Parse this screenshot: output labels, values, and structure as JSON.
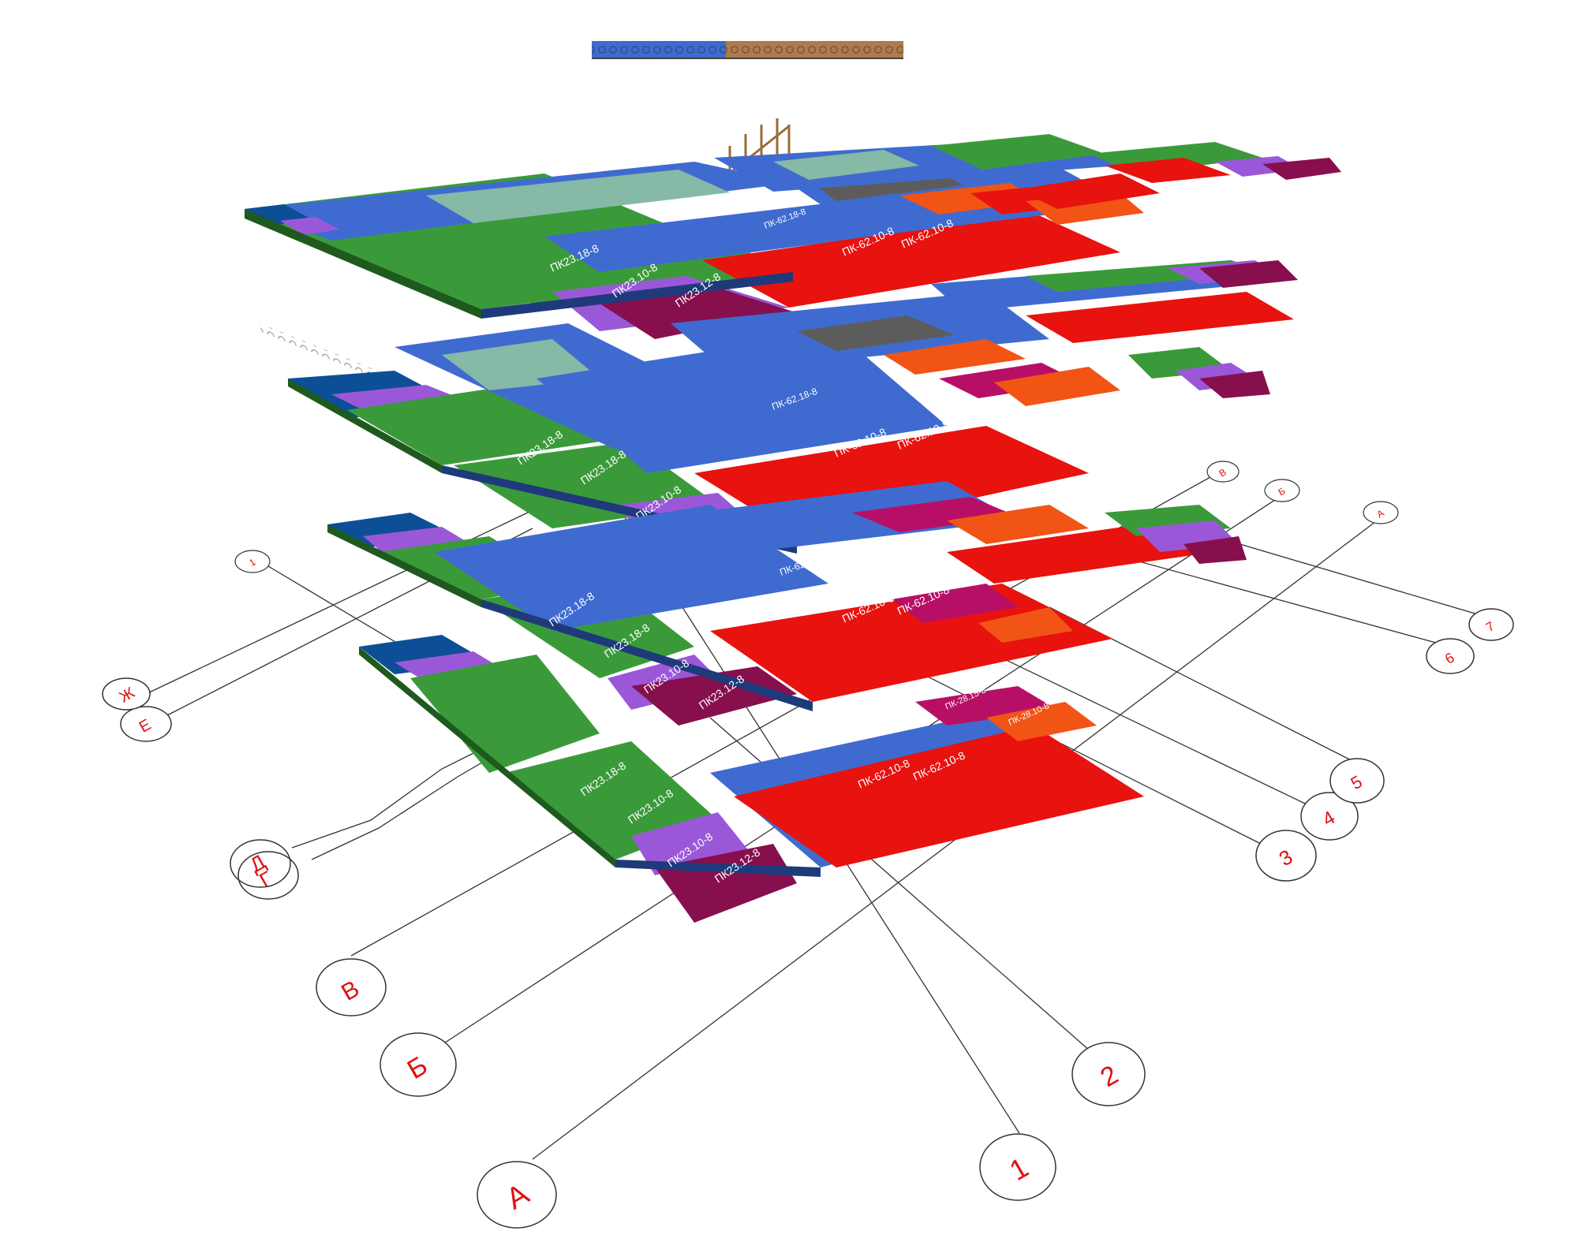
{
  "colors": {
    "dark_blue": "#0c4f96",
    "blue": "#3f6bd0",
    "light_teal": "#86b9a6",
    "green": "#3a9a3a",
    "purple": "#9a58d8",
    "maroon": "#870f4e",
    "red": "#e8120f",
    "orange": "#f25416",
    "grey": "#5c5c5c",
    "magenta": "#b80f66",
    "grid_line": "#333333",
    "bubble_text": "#e01010",
    "wood": "#b07a4c"
  },
  "slab_labels": {
    "pk_23_10": "ПК23.10-8",
    "pk_23_12": "ПК23.12-8",
    "pk_23_18": "ПК23.18-8",
    "pk_62_10": "ПК-62.10-8",
    "pk_62_18": "ПК-62.18-8",
    "pk_28_10": "ПК-28.10-8",
    "pk_28_15": "ПК-28.15-8"
  },
  "axes": {
    "numbers": [
      "1",
      "2",
      "3",
      "4",
      "5",
      "6",
      "7"
    ],
    "letters": [
      "А",
      "Б",
      "В",
      "Г",
      "Д",
      "Е",
      "Ж"
    ],
    "small_letters": [
      "А",
      "Б",
      "В"
    ],
    "small_numbers": [
      "1"
    ]
  }
}
